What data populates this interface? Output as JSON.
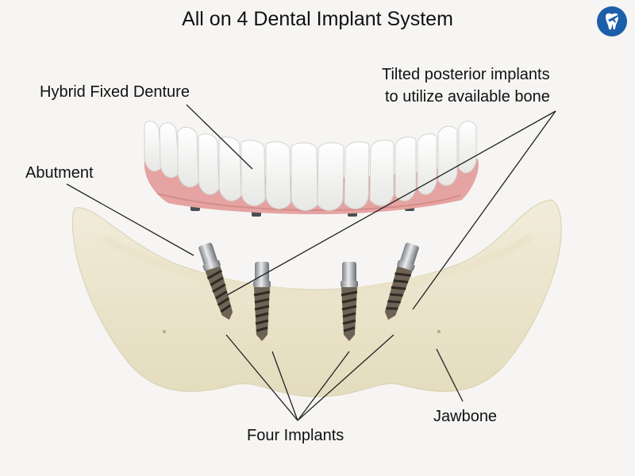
{
  "title": "All on 4 Dental Implant System",
  "labels": {
    "denture": "Hybrid Fixed Denture",
    "tilted_line1": "Tilted posterior implants",
    "tilted_line2": "to utilize available bone",
    "abutment": "Abutment",
    "jawbone": "Jawbone",
    "implants": "Four Implants"
  },
  "icons": {
    "logo": "tooth-plane-logo-icon"
  },
  "colors": {
    "logo": "#1d5ea9",
    "gum": "#e5a3a1",
    "bone": "#ede7cf"
  }
}
